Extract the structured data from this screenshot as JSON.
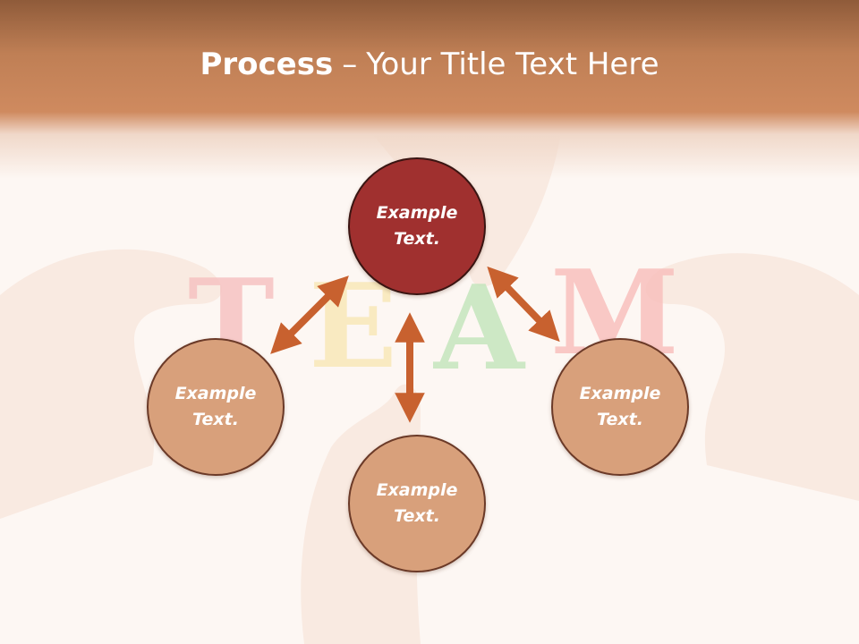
{
  "slide": {
    "title_bold": "Process",
    "title_sep": "–",
    "title_rest": "Your Title Text Here"
  },
  "background": {
    "letters": [
      "T",
      "E",
      "A",
      "M"
    ],
    "letter_colors": [
      "#f3a8a8",
      "#f7e09a",
      "#a8dca0",
      "#f6a3a0"
    ]
  },
  "circles": {
    "top": "Example\nText.",
    "left": "Example\nText.",
    "right": "Example\nText.",
    "bottom": "Example\nText."
  },
  "colors": {
    "header": "#cf8a5f",
    "highlight_circle": "#a0302f",
    "circle": "#d8a07b",
    "arrow": "#c8612f"
  }
}
